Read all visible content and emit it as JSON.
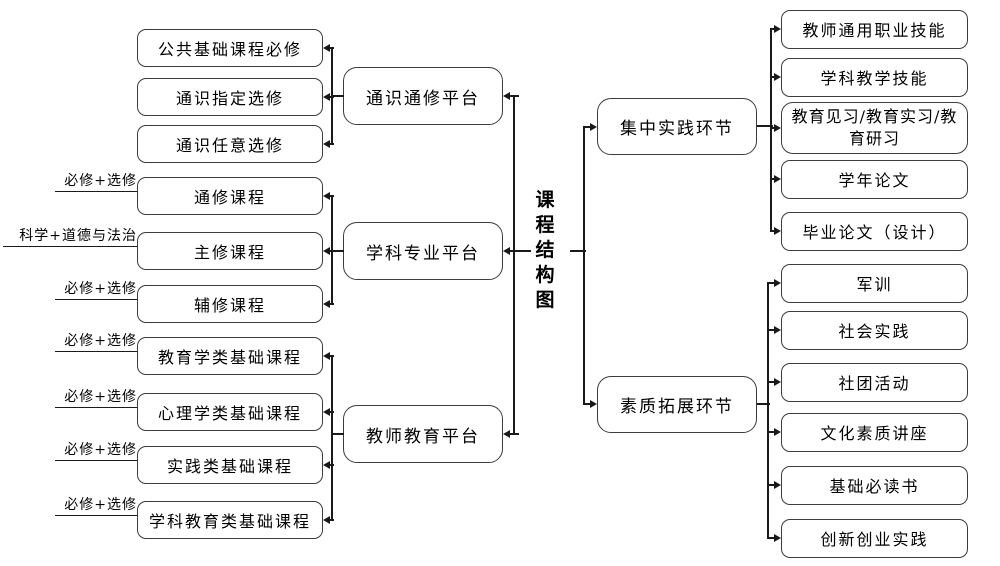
{
  "title": "课程结构图",
  "left_groups": [
    {
      "parent": "通识通修平台",
      "children": [
        {
          "label": "公共基础课程必修"
        },
        {
          "label": "通识指定选修"
        },
        {
          "label": "通识任意选修"
        }
      ]
    },
    {
      "parent": "学科专业平台",
      "children": [
        {
          "label": "通修课程",
          "annotation": "必修+选修"
        },
        {
          "label": "主修课程",
          "annotation": "科学+道德与法治"
        },
        {
          "label": "辅修课程",
          "annotation": "必修+选修"
        }
      ]
    },
    {
      "parent": "教师教育平台",
      "children": [
        {
          "label": "教育学类基础课程",
          "annotation": "必修+选修"
        },
        {
          "label": "心理学类基础课程",
          "annotation": "必修+选修"
        },
        {
          "label": "实践类基础课程",
          "annotation": "必修+选修"
        },
        {
          "label": "学科教育类基础课程",
          "annotation": "必修+选修"
        }
      ]
    }
  ],
  "right_groups": [
    {
      "parent": "集中实践环节",
      "children": [
        {
          "label": "教师通用职业技能"
        },
        {
          "label": "学科教学技能"
        },
        {
          "label": "教育见习/教育实习/教育研习"
        },
        {
          "label": "学年论文"
        },
        {
          "label": "毕业论文（设计）"
        }
      ]
    },
    {
      "parent": "素质拓展环节",
      "children": [
        {
          "label": "军训"
        },
        {
          "label": "社会实践"
        },
        {
          "label": "社团活动"
        },
        {
          "label": "文化素质讲座"
        },
        {
          "label": "基础必读书"
        },
        {
          "label": "创新创业实践"
        }
      ]
    }
  ],
  "colors": {
    "background": "#ffffff",
    "box_border": "#3c3c3c",
    "line": "#1a1a1a",
    "text": "#000000"
  }
}
